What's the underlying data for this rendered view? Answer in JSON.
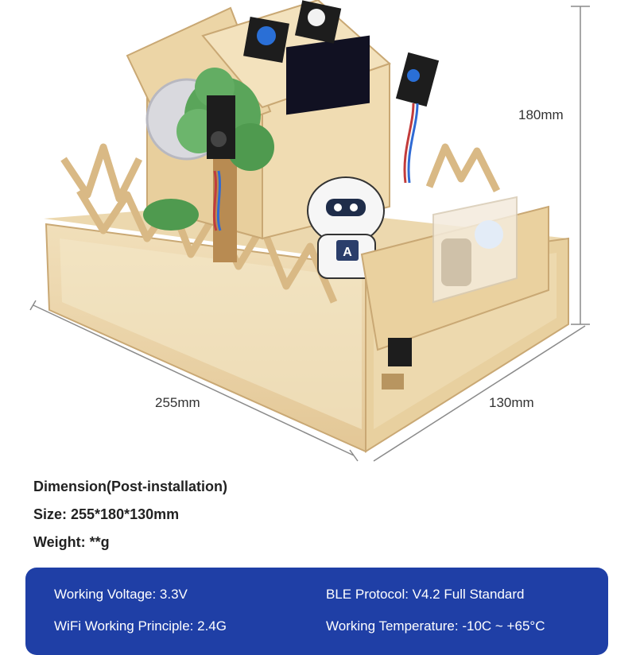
{
  "dimensions": {
    "height": "180mm",
    "length": "255mm",
    "width": "130mm"
  },
  "info": {
    "heading": "Dimension(Post-installation)",
    "size": "Size: 255*180*130mm",
    "weight": "Weight: **g"
  },
  "specs": {
    "voltage": "Working Voltage: 3.3V",
    "ble": "BLE Protocol: V4.2 Full Standard",
    "wifi": "WiFi Working Principle: 2.4G",
    "temperature": "Working Temperature: -10C ~ +65°C"
  },
  "colors": {
    "wood": "#e9d3a8",
    "wood_dark": "#c9a874",
    "panel": "#1f3fa6"
  },
  "robot_badge": "A"
}
